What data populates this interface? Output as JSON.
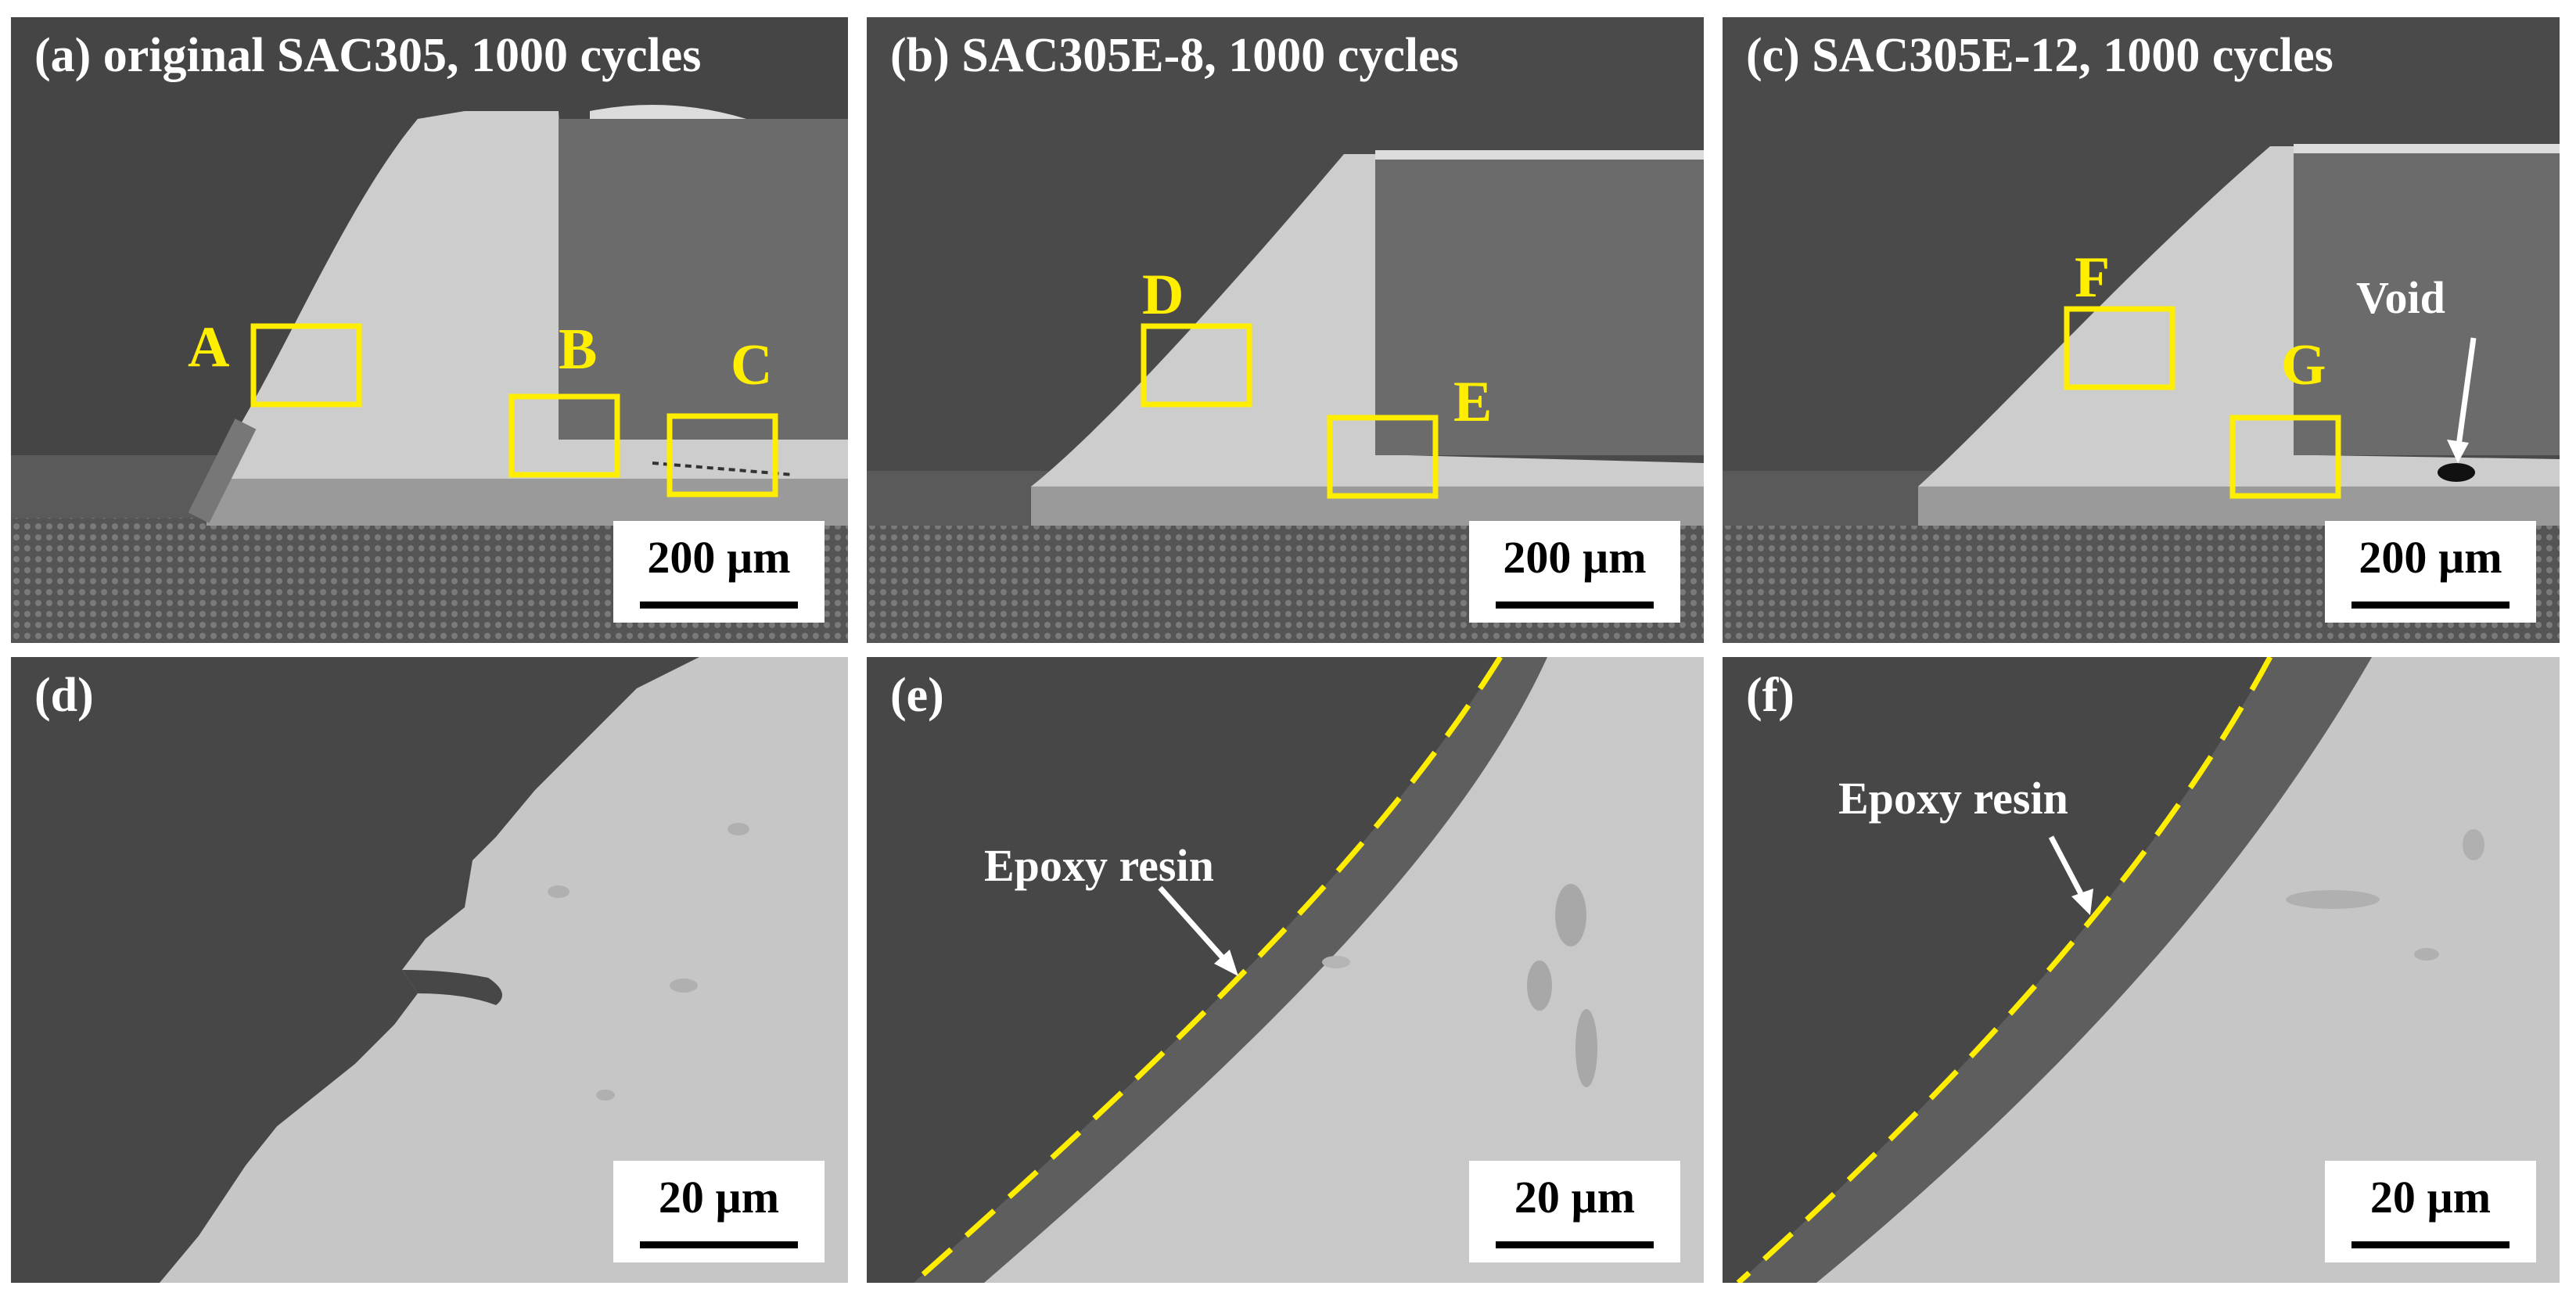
{
  "panels": {
    "a": {
      "label": "(a) original SAC305, 1000 cycles",
      "scale": "200 µm",
      "boxes": [
        "A",
        "B",
        "C"
      ]
    },
    "b": {
      "label": "(b) SAC305E-8, 1000 cycles",
      "scale": "200 µm",
      "boxes": [
        "D",
        "E"
      ]
    },
    "c": {
      "label": "(c) SAC305E-12, 1000 cycles",
      "scale": "200 µm",
      "boxes": [
        "F",
        "G"
      ],
      "annotation": "Void"
    },
    "d": {
      "label": "(d)",
      "scale": "20 µm"
    },
    "e": {
      "label": "(e)",
      "scale": "20 µm",
      "annotation": "Epoxy resin"
    },
    "f": {
      "label": "(f)",
      "scale": "20 µm",
      "annotation": "Epoxy resin"
    }
  },
  "colors": {
    "highlight": "#ffee00",
    "arrow": "#ffffff",
    "solder": "#c8c8c8",
    "background": "#4a4a4a"
  }
}
